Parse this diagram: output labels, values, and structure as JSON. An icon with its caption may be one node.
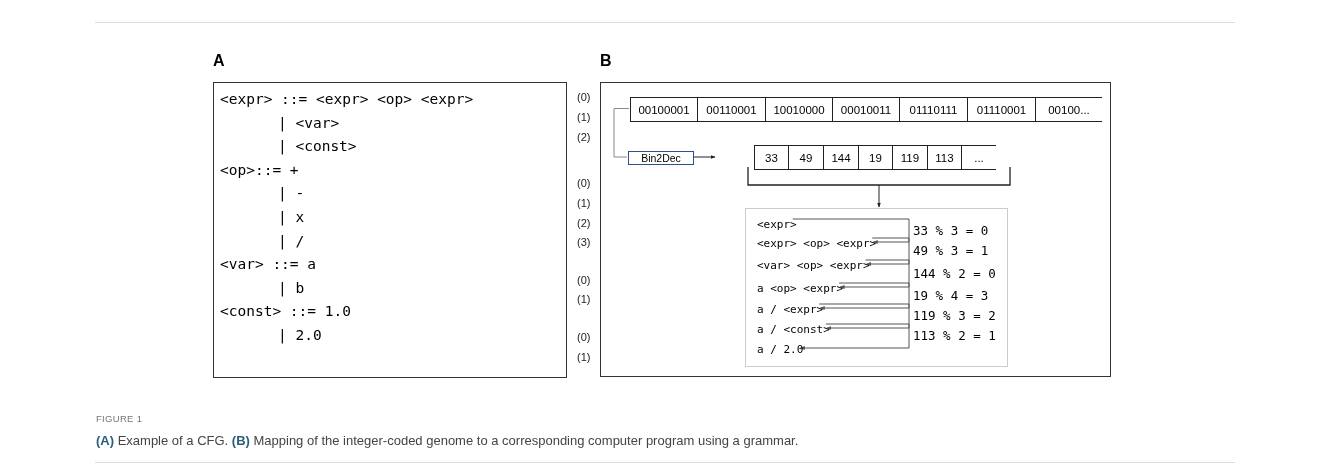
{
  "diagram": {
    "caption": "**(A)** Example of a CFG. **(B)** Mapping of the integer-coded genome to a corresponding computer program using a grammar.",
    "nodes": [
      {
        "text": [
          "A",
          "<expr> ::= <expr> <op> <expr>",
          "| <var>",
          "| <const>",
          "<op>::= +",
          "| -",
          "| x",
          "| /",
          "<var> ::= a",
          "| b",
          "<const> ::= 1.0",
          "| 2.0"
        ]
      },
      {
        "text": [
          "B"
        ]
      },
      {
        "text": [
          "00100001"
        ],
        "in": 1
      },
      {
        "text": [
          "00110001"
        ],
        "in": 1
      },
      {
        "text": [
          "10010000"
        ],
        "in": 1
      },
      {
        "text": [
          "00010011"
        ],
        "in": 1
      },
      {
        "text": [
          "01110111"
        ],
        "in": 1
      },
      {
        "text": [
          "01110001"
        ],
        "in": 1
      },
      {
        "text": [
          "00100..."
        ],
        "in": 1
      },
      {
        "text": [
          "Bin2Dec"
        ],
        "in": 1
      },
      {
        "text": [
          "33"
        ],
        "in": 1
      },
      {
        "text": [
          "49"
        ],
        "in": 1
      },
      {
        "text": [
          "144"
        ],
        "in": 1
      },
      {
        "text": [
          "19"
        ],
        "in": 1
      },
      {
        "text": [
          "119"
        ],
        "in": 1
      },
      {
        "text": [
          "113"
        ],
        "in": 1
      },
      {
        "text": [
          "..."
        ],
        "in": 1
      },
      {
        "text": [],
        "shape": "bracket",
        "in": 1
      },
      {
        "text": [],
        "shape": "box",
        "in": 1
      },
      {
        "text": [
          "<expr>"
        ],
        "in": 18
      },
      {
        "text": [
          "<expr> <op> <expr>"
        ],
        "in": 18
      },
      {
        "text": [
          "<var> <op> <expr>"
        ],
        "in": 18
      },
      {
        "text": [
          "a <op> <expr>"
        ],
        "in": 18
      },
      {
        "text": [
          "a / <expr>"
        ],
        "in": 18
      },
      {
        "text": [
          "a / <const>"
        ],
        "in": 18
      },
      {
        "text": [
          "a / 2.0"
        ],
        "in": 18
      }
    ],
    "edges": [
      {
        "from": 2,
        "to": 9,
        "arrow": "none"
      },
      {
        "from": 9,
        "to": null,
        "arrow": "to"
      },
      {
        "from": 17,
        "to": 18,
        "arrow": "to"
      },
      {
        "from": 19,
        "to": 20,
        "arrow": "to",
        "label": "33 % 3 = 0"
      },
      {
        "from": 20,
        "to": 21,
        "arrow": "to",
        "label": "49 % 3 = 1"
      },
      {
        "from": 21,
        "to": 22,
        "arrow": "to",
        "label": "144 % 2 = 0"
      },
      {
        "from": 22,
        "to": 23,
        "arrow": "to",
        "label": "19 % 4 = 3"
      },
      {
        "from": 23,
        "to": 24,
        "arrow": "to",
        "label": "119 % 3 = 2"
      },
      {
        "from": 24,
        "to": 25,
        "arrow": "to",
        "label": "113 % 2 = 1"
      }
    ],
    "labels": [
      "(0)",
      "(1)",
      "(2)",
      "(0)",
      "(1)",
      "(2)",
      "(3)",
      "(0)",
      "(1)",
      "(0)",
      "(1)",
      "FIGURE 1"
    ]
  }
}
